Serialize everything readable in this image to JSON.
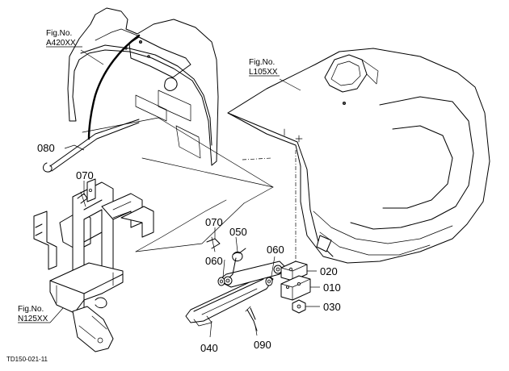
{
  "figure_refs": {
    "a420": {
      "line1": "Fig.No.",
      "line2": "A420XX"
    },
    "l105": {
      "line1": "Fig.No.",
      "line2": "L105XX"
    },
    "n125": {
      "line1": "Fig.No.",
      "line2": "N125XX"
    }
  },
  "parts": {
    "p010": "010",
    "p020": "020",
    "p030": "030",
    "p040": "040",
    "p050": "050",
    "p060a": "060",
    "p060b": "060",
    "p070a": "070",
    "p070b": "070",
    "p080": "080",
    "p090": "090"
  },
  "drawing_code": "TD150-021-11"
}
